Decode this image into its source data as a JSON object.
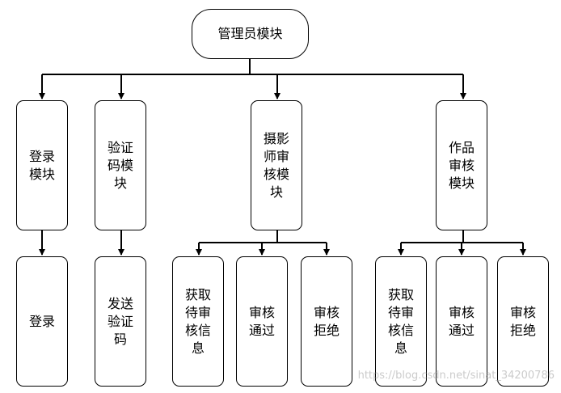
{
  "root": {
    "label": "管理员模块"
  },
  "modules": [
    {
      "label": "登录模块",
      "children": [
        "登录"
      ]
    },
    {
      "label": "验证码模块",
      "children": [
        "发送验证码"
      ]
    },
    {
      "label": "摄影师审核模块",
      "children": [
        "获取待审核信息",
        "审核通过",
        "审核拒绝"
      ]
    },
    {
      "label": "作品审核模块",
      "children": [
        "获取待审核信息",
        "审核通过",
        "审核拒绝"
      ]
    }
  ],
  "watermark": "https://blog.csdn.net/sinat_34200786"
}
